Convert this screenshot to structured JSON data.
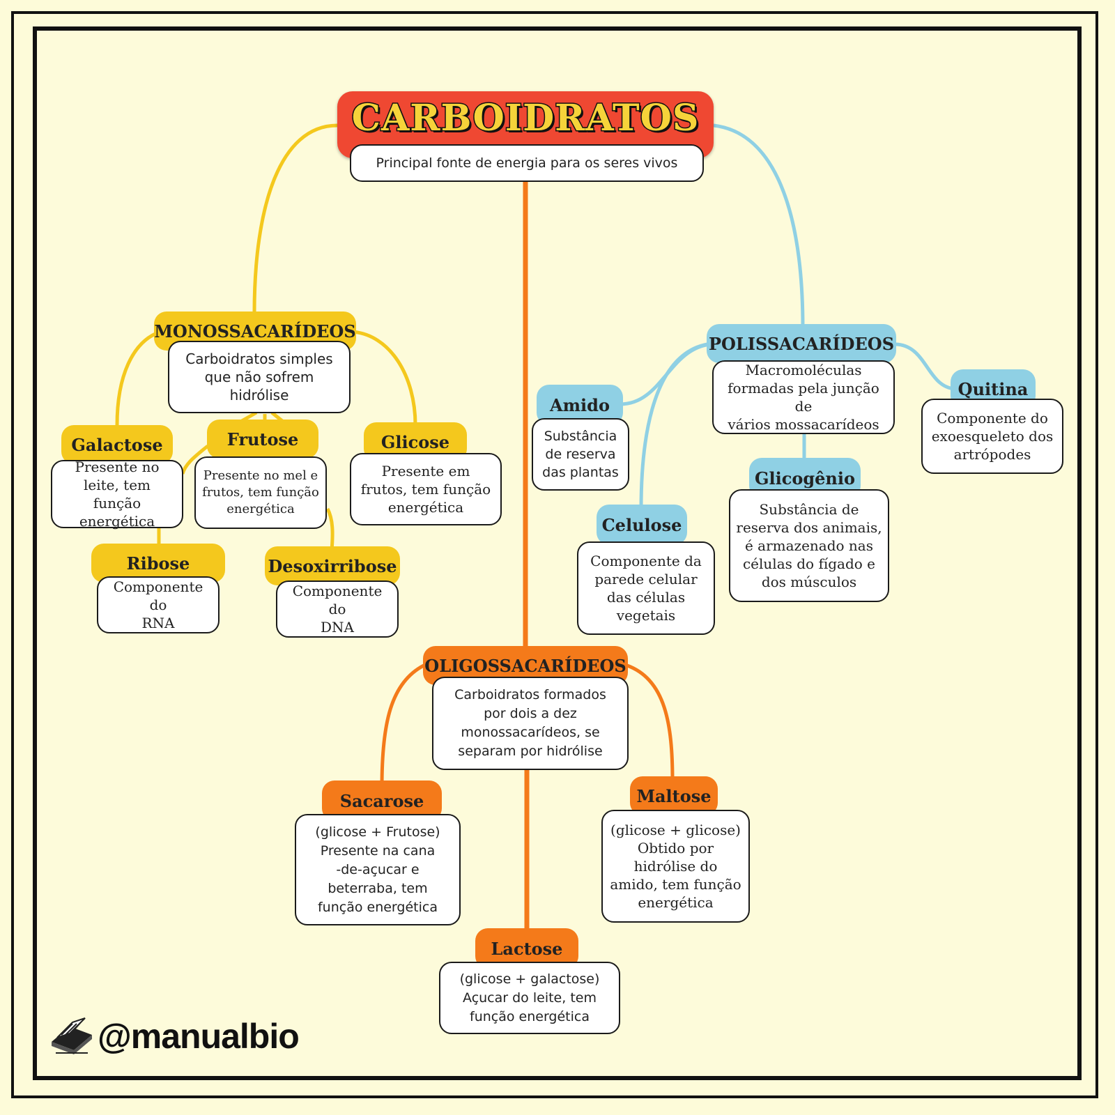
{
  "title": "CARBOIDRATOS",
  "subtitle": "Principal fonte de energia para os seres vivos",
  "mono": {
    "label": "MONOSSACARÍDEOS",
    "desc": "Carboidratos simples\nque não sofrem\nhidrólise",
    "galactose": {
      "label": "Galactose",
      "desc": "Presente no\nleite, tem função\nenergética"
    },
    "frutose": {
      "label": "Frutose",
      "desc": "Presente no mel e\nfrutos, tem função\nenergética"
    },
    "glicose": {
      "label": "Glicose",
      "desc": "Presente em\nfrutos, tem função\nenergética"
    },
    "ribose": {
      "label": "Ribose",
      "desc": "Componente do\nRNA"
    },
    "desoxirribose": {
      "label": "Desoxirribose",
      "desc": "Componente do\nDNA"
    }
  },
  "poli": {
    "label": "POLISSACARÍDEOS",
    "desc": "Macromoléculas\nformadas pela junção de\nvários mossacarídeos",
    "amido": {
      "label": "Amido",
      "desc": "Substância\nde reserva\ndas plantas"
    },
    "quitina": {
      "label": "Quitina",
      "desc": "Componente do\nexoesqueleto dos\nartrópodes"
    },
    "glicogenio": {
      "label": "Glicogênio",
      "desc": "Substância de\nreserva dos animais,\né armazenado nas\ncélulas do fígado e\ndos músculos"
    },
    "celulose": {
      "label": "Celulose",
      "desc": "Componente da\nparede celular\ndas células\nvegetais"
    }
  },
  "oligo": {
    "label": "OLIGOSSACARÍDEOS",
    "desc": "Carboidratos formados\npor dois a dez\nmonossacarídeos, se\nseparam por hidrólise",
    "sacarose": {
      "label": "Sacarose",
      "desc": "(glicose + Frutose)\nPresente na cana\n-de-açucar e\nbeterraba, tem\nfunção energética"
    },
    "maltose": {
      "label": "Maltose",
      "desc": "(glicose + glicose)\nObtido por\nhidrólise do\namido, tem função\nenergética"
    },
    "lactose": {
      "label": "Lactose",
      "desc": "(glicose + galactose)\nAçucar do leite, tem\nfunção energética"
    }
  },
  "handle": "@manualbio",
  "colors": {
    "title_bg": "#ef4832",
    "title_text": "#f6d33a",
    "mono": "#f4c81d",
    "poli": "#8fd0e4",
    "oligo": "#f47a1a",
    "background": "#fdfbd9"
  },
  "icons": [
    "book-logo-icon"
  ]
}
